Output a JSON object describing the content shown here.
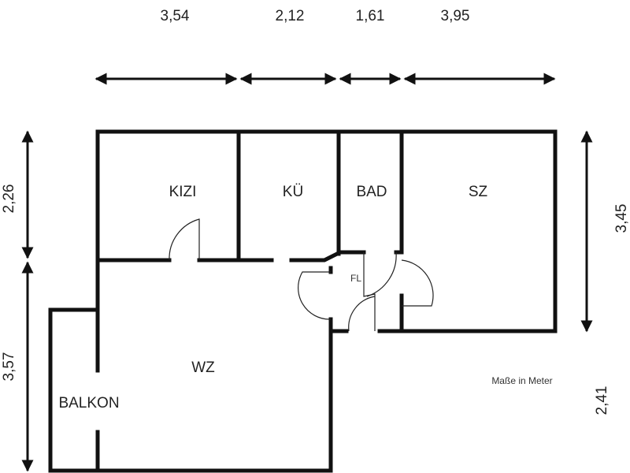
{
  "dimensions": {
    "top": [
      "3,54",
      "2,12",
      "1,61",
      "3,95"
    ],
    "left": [
      "2,26",
      "3,57"
    ],
    "right": [
      "3,45",
      "2,41"
    ]
  },
  "rooms": {
    "kizi": "KIZI",
    "kue": "KÜ",
    "bad": "BAD",
    "sz": "SZ",
    "fl": "FL",
    "wz": "WZ",
    "balkon": "BALKON"
  },
  "note": "Maße in Meter"
}
